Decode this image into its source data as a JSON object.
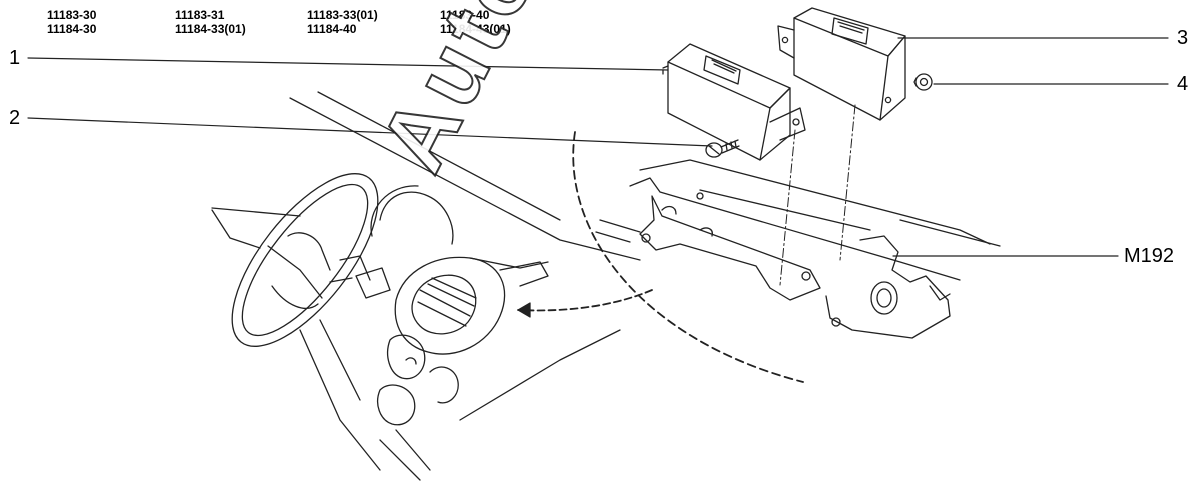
{
  "models": [
    {
      "line1": "11183-30",
      "line2": "11184-30"
    },
    {
      "line1": "11183-31",
      "line2": "11184-33(01)"
    },
    {
      "line1": "11183-33(01)",
      "line2": "11184-40"
    },
    {
      "line1": "11183-40",
      "line2": "11184-43(01)"
    }
  ],
  "callouts": {
    "c1": "1",
    "c2": "2",
    "c3": "3",
    "c4": "4",
    "m192": "M192"
  },
  "watermark": "AutoSoft"
}
